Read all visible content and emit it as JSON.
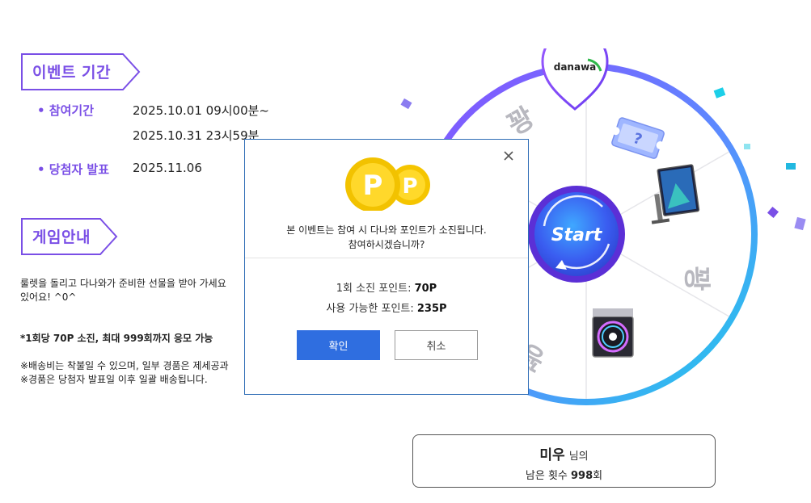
{
  "event_period": {
    "title": "이벤트 기간",
    "rows": [
      {
        "label": "• 참여기간",
        "values": [
          "2025.10.01 09시00분~",
          "2025.10.31 23시59분"
        ]
      },
      {
        "label": "• 당첨자 발표",
        "values": [
          "2025.11.06"
        ]
      }
    ]
  },
  "game_guide": {
    "title": "게임안내",
    "lines": [
      "룰렛을 돌리고 다나와가 준비한 선물을 받아 가세요",
      "있어요! ^0^",
      "*1회당 70P 소진, 최대 999회까지 응모 가능",
      "※배송비는 착불일 수 있으며, 일부 경품은 제세공과",
      "※경품은 당첨자 발표일 이후 일괄 배송됩니다."
    ]
  },
  "wheel": {
    "logo": "danawa",
    "start_label": "Start",
    "segments": [
      "꽝",
      "ticket-icon",
      "monitor-icon",
      "꽝",
      "cpu-cooler-icon",
      "꽝"
    ],
    "colors": {
      "ring_start": "#8a4dff",
      "ring_end": "#1ccfe8",
      "center": "#5b2fd6"
    }
  },
  "status": {
    "name": "미우",
    "name_suffix": "님의",
    "count_text": "남은 횟수 ",
    "count_value": "998",
    "count_unit": "회"
  },
  "modal": {
    "coin_icon": "point-coin-icon",
    "message_line1": "본 이벤트는 참여 시 다나와 포인트가 소진됩니다.",
    "message_line2": "참여하시겠습니까?",
    "cost_label": "1회 소진 포인트: ",
    "cost_value": "70P",
    "available_label": "사용 가능한 포인트: ",
    "available_value": "235P",
    "confirm_label": "확인",
    "cancel_label": "취소"
  }
}
